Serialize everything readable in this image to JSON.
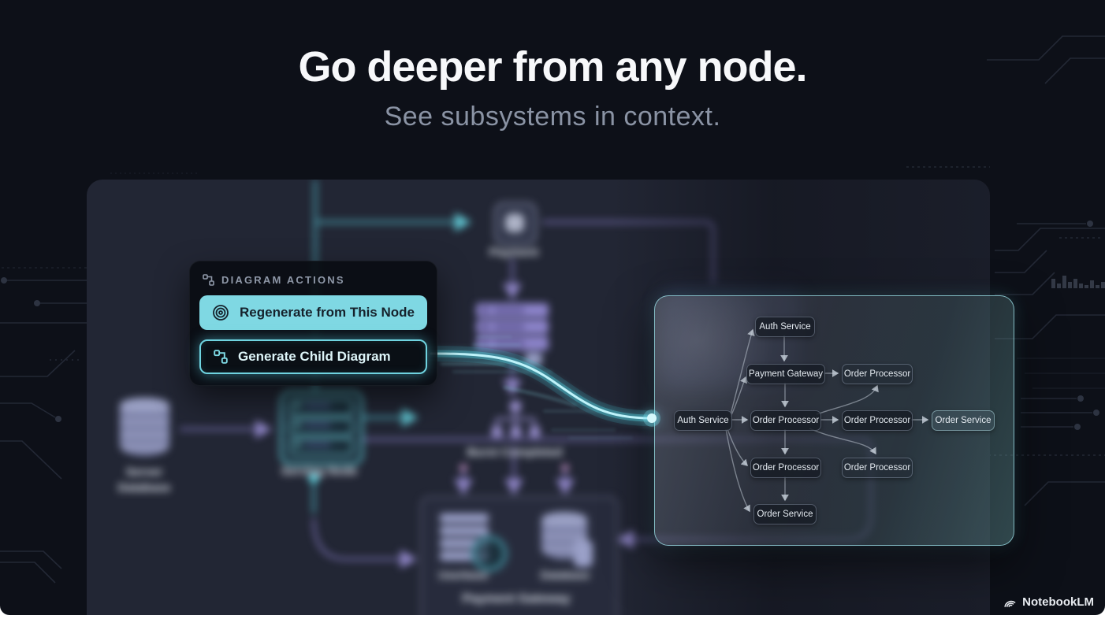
{
  "header": {
    "title": "Go deeper from any node.",
    "subtitle": "See subsystems in context."
  },
  "context_menu": {
    "header": "DIAGRAM ACTIONS",
    "header_icon": "child-nodes-icon",
    "actions": [
      {
        "label": "Regenerate from This Node",
        "icon": "target-icon",
        "style": "primary"
      },
      {
        "label": "Generate Child Diagram",
        "icon": "child-nodes-icon",
        "style": "outline"
      }
    ]
  },
  "child_diagram_panel": {
    "nodes": [
      {
        "id": "n1",
        "label": "Auth Service"
      },
      {
        "id": "n2",
        "label": "Payment Gateway"
      },
      {
        "id": "n3",
        "label": "Order Processor"
      },
      {
        "id": "n4",
        "label": "Auth Service"
      },
      {
        "id": "n5",
        "label": "Order Processor"
      },
      {
        "id": "n6",
        "label": "Order Processor"
      },
      {
        "id": "n7",
        "label": "Order Service"
      },
      {
        "id": "n8",
        "label": "Order Processor"
      },
      {
        "id": "n9",
        "label": "Order Processor"
      },
      {
        "id": "n10",
        "label": "Order Service"
      }
    ]
  },
  "background_diagram": {
    "nodes": [
      {
        "id": "payment",
        "label": "Payment",
        "icon": "payment-icon"
      },
      {
        "id": "server-database",
        "label": "Server Database",
        "icon": "database-cylinder-icon"
      },
      {
        "id": "serving-node",
        "label": "Serving Node",
        "icon": "server-rack-icon"
      },
      {
        "id": "burst-completed",
        "label": "Burst Completed",
        "icon": "tree-icon"
      },
      {
        "id": "userbase",
        "label": "Userbase",
        "icon": "stack-gear-icon"
      },
      {
        "id": "database",
        "label": "Database",
        "icon": "database-cylinder-icon"
      }
    ],
    "group_label": "Payment Gateway"
  },
  "branding": {
    "logo_text": "NotebookLM",
    "logo_icon": "notebooklm-swoosh-icon"
  },
  "colors": {
    "accent_cyan": "#7fd8e3",
    "accent_purple": "#8d84cb",
    "panel_border": "#8fd8df",
    "primary_button_text": "#16222c",
    "background": "#0d1018"
  }
}
